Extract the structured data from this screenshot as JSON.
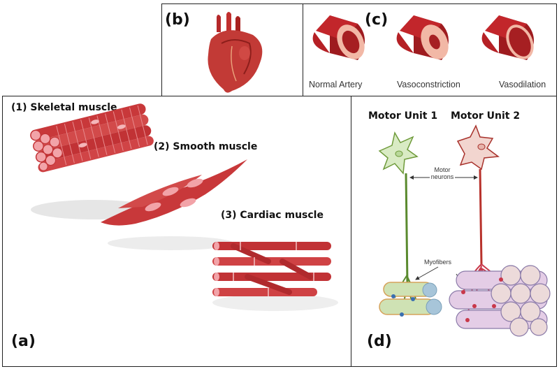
{
  "panel_b": {
    "label": "(b)"
  },
  "panel_c": {
    "label": "(c)",
    "arteries": [
      "Normal Artery",
      "Vasoconstriction",
      "Vasodilation"
    ]
  },
  "panel_a": {
    "label": "(a)",
    "muscles": [
      "(1)  Skeletal muscle",
      "(2) Smooth muscle",
      "(3)  Cardiac muscle"
    ]
  },
  "panel_d": {
    "label": "(d)",
    "units": [
      "Motor Unit 1",
      "Motor Unit 2"
    ],
    "motor_neurons_label": "Motor neurons",
    "myofibers_label": "Myofibers"
  },
  "colors": {
    "muscle": "#c8383a",
    "artery": "#b52025",
    "unit1": "#5a8a2e",
    "unit2": "#b8322c",
    "fiber2": "#e4cde6"
  }
}
